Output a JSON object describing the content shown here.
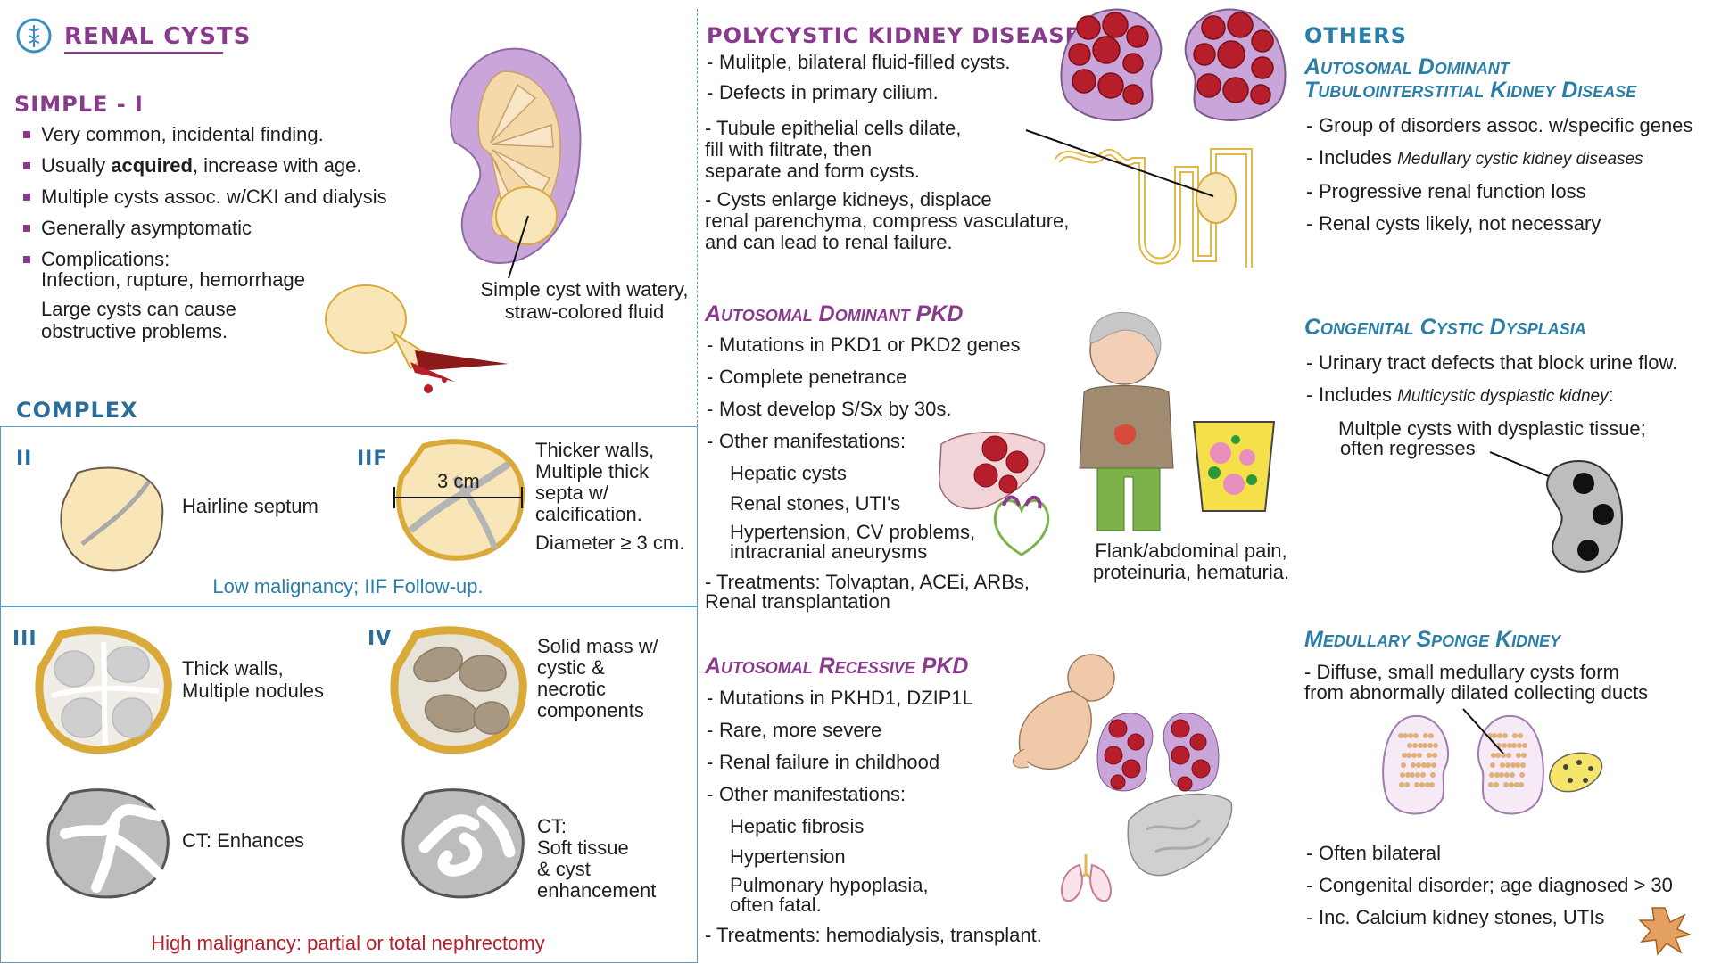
{
  "header": {
    "title": "RENAL CYSTS",
    "logo_icon": "caduceus-icon"
  },
  "simple": {
    "heading": "SIMPLE - I",
    "items": [
      "Very common, incidental finding.",
      "Usually |acquired|, increase with age.",
      "Multiple cysts assoc. w/CKI and dialysis",
      "Generally asymptomatic",
      "Complications:"
    ],
    "complication_line": "Infection, rupture, hemorrhage",
    "large_cysts_1": "Large cysts can cause",
    "large_cysts_2": "obstructive problems.",
    "kidney_caption_1": "Simple cyst with watery,",
    "kidney_caption_2": "straw-colored fluid"
  },
  "complex": {
    "heading": "COMPLEX",
    "ii": {
      "label": "II",
      "desc": "Hairline septum"
    },
    "iif": {
      "label": "IIF",
      "measure": "3 cm",
      "desc_1": "Thicker walls,",
      "desc_2": "Multiple thick",
      "desc_3": "septa w/",
      "desc_4": "calcification.",
      "desc_5": "Diameter ≥ 3 cm."
    },
    "low_note": "Low malignancy; IIF Follow-up.",
    "iii": {
      "label": "III",
      "desc_1": "Thick walls,",
      "desc_2": "Multiple nodules"
    },
    "iv": {
      "label": "IV",
      "desc_1": "Solid mass w/",
      "desc_2": "cystic &",
      "desc_3": "necrotic",
      "desc_4": "components"
    },
    "ct_iii": "CT: Enhances",
    "ct_iv_1": "CT:",
    "ct_iv_2": "Soft tissue",
    "ct_iv_3": "& cyst",
    "ct_iv_4": "enhancement",
    "high_note": "High malignancy: partial or total nephrectomy"
  },
  "pkd": {
    "heading": "POLYCYSTIC KIDNEY DISEASES",
    "items": [
      "Mulitple, bilateral fluid-filled cysts.",
      "Defects in primary cilium."
    ],
    "tubule_1": "Tubule epithelial cells dilate,",
    "tubule_2": "fill with filtrate, then",
    "tubule_3": "separate and form cysts.",
    "enlarge_1": "Cysts enlarge kidneys, displace",
    "enlarge_2": "renal parenchyma, compress vasculature,",
    "enlarge_3": "and can lead to renal failure."
  },
  "adpkd": {
    "heading": "Autosomal Dominant PKD",
    "items": [
      "Mutations in PKD1 or PKD2 genes",
      "Complete penetrance",
      "Most develop S/Sx by 30s.",
      "Other manifestations:"
    ],
    "sub": [
      "Hepatic cysts",
      "Renal stones, UTI's"
    ],
    "hyper_1": "Hypertension, CV problems,",
    "hyper_2": "intracranial aneurysms",
    "treat_1": "Treatments: Tolvaptan, ACEi, ARBs,",
    "treat_2": "Renal transplantation",
    "flank_1": "Flank/abdominal pain,",
    "flank_2": "proteinuria, hematuria."
  },
  "arpkd": {
    "heading": "Autosomal Recessive PKD",
    "items": [
      "Mutations in PKHD1, DZIP1L",
      "Rare, more severe",
      "Renal failure in childhood",
      "Other manifestations:"
    ],
    "sub": [
      "Hepatic fibrosis",
      "Hypertension"
    ],
    "pulm_1": "Pulmonary hypoplasia,",
    "pulm_2": "often fatal.",
    "treat": "Treatments: hemodialysis, transplant."
  },
  "others": {
    "heading": "OTHERS",
    "adtkd_1": "Autosomal Dominant",
    "adtkd_2": "Tubulointerstitial Kidney Disease",
    "adtkd_items": [
      "Group of disorders assoc. w/specific genes",
      "Includes |Medullary cystic kidney diseases|",
      "Progressive renal function loss",
      "Renal cysts likely, not necessary"
    ],
    "ccd_heading": "Congenital Cystic Dysplasia",
    "ccd_items": [
      "Urinary tract defects that block urine flow.",
      "Includes |Multicystic dysplastic kidney|:"
    ],
    "ccd_note_1": "Multple cysts with dysplastic tissue;",
    "ccd_note_2": "often regresses",
    "msk_heading": "Medullary Sponge Kidney",
    "msk_desc_1": "Diffuse, small medullary cysts form",
    "msk_desc_2": "from abnormally dilated collecting ducts",
    "msk_items": [
      "Often bilateral",
      "Congenital disorder; age diagnosed > 30",
      "Inc. Calcium kidney stones, UTIs"
    ]
  },
  "colors": {
    "purple": "#8a3a8c",
    "blue": "#2b6d9a",
    "cyst_gold": "#d9a93a",
    "cyst_fill": "#f8e6b8",
    "kidney_purple": "#c9a5d9",
    "red": "#b51e2a"
  }
}
